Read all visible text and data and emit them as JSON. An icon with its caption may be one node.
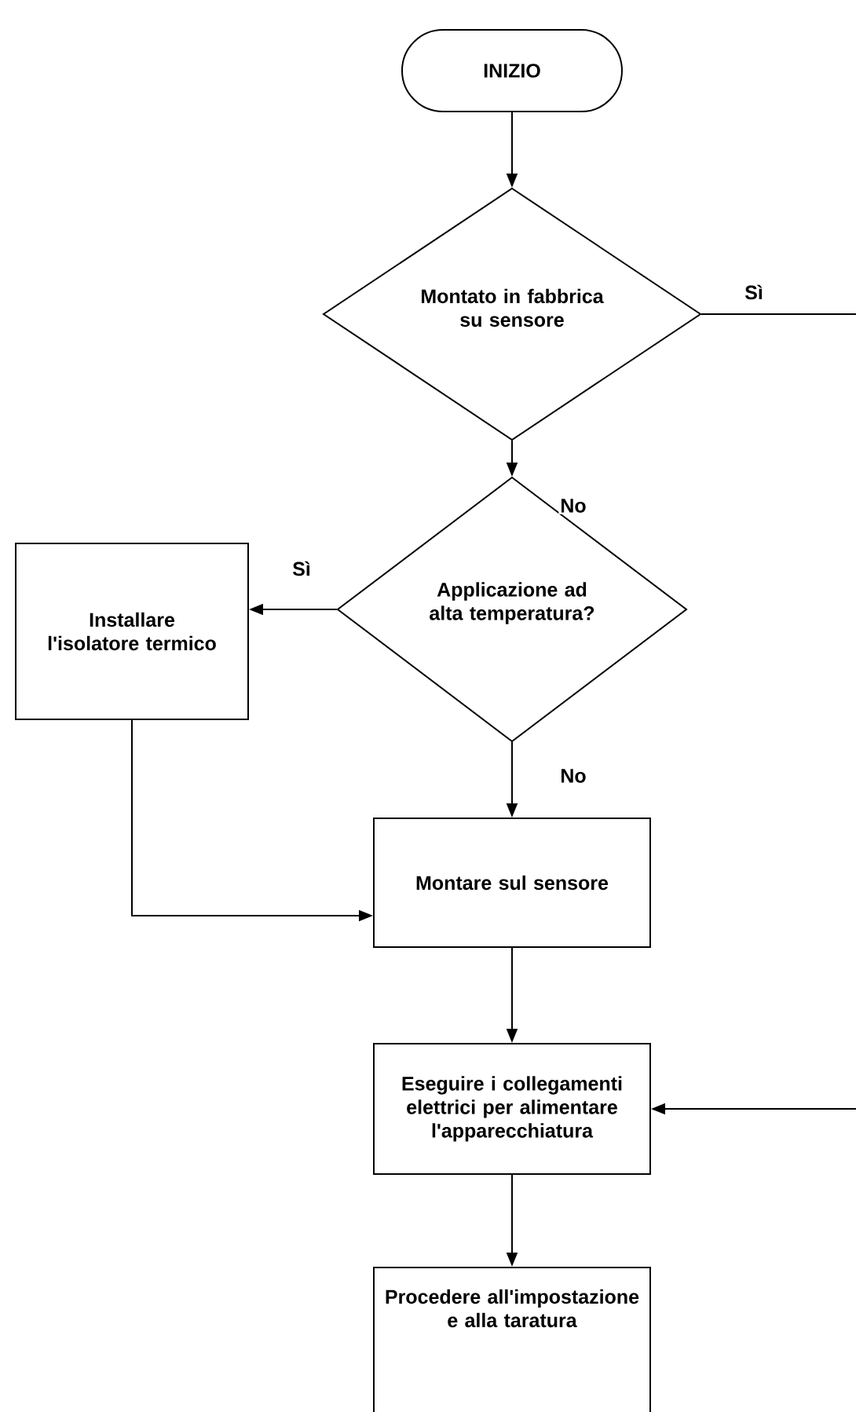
{
  "diagram": {
    "nodes": [
      {
        "text": [
          "INIZIO"
        ]
      },
      {
        "text": [
          "Montato in fabbrica su sensore"
        ]
      },
      {
        "text": [
          "Applicazione ad alta temperatura?"
        ]
      },
      {
        "text": [
          "Installare l'isolatore termico"
        ]
      },
      {
        "text": [
          "Montare sul sensore"
        ]
      },
      {
        "text": [
          "Eseguire i collegamenti elettrici per alimentare l'apparecchiatura"
        ]
      },
      {
        "text": [
          "Procedere all'impostazione e alla taratura"
        ]
      }
    ],
    "edges": [
      {
        "from": 0,
        "to": 1,
        "arrow": "to"
      },
      {
        "from": 1,
        "to": null,
        "arrow": "none",
        "label": "Sì"
      },
      {
        "from": 1,
        "to": 2,
        "arrow": "to",
        "label": "No"
      },
      {
        "from": 2,
        "to": 3,
        "arrow": "to",
        "label": "Sì"
      },
      {
        "from": 2,
        "to": 4,
        "arrow": "to",
        "label": "No"
      },
      {
        "from": 3,
        "to": 4,
        "arrow": "to"
      },
      {
        "from": 4,
        "to": 5,
        "arrow": "to"
      },
      {
        "from": null,
        "to": 5,
        "arrow": "to"
      },
      {
        "from": 5,
        "to": 6,
        "arrow": "to"
      }
    ]
  }
}
